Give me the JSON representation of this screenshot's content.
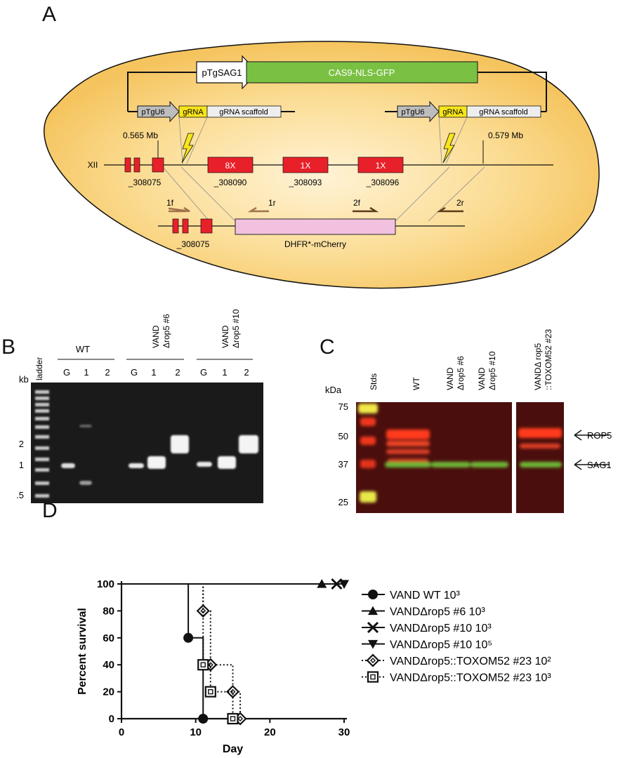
{
  "panels": {
    "a": "A",
    "b": "B",
    "c": "C",
    "d": "D"
  },
  "panel_a": {
    "promoter_sag1": "pTgSAG1",
    "cas9": "CAS9-NLS-GFP",
    "pTgU6_left": "pTgU6",
    "gRNA_left": "gRNA",
    "scaffold_left": "gRNA scaffold",
    "pTgU6_right": "pTgU6",
    "gRNA_right": "gRNA",
    "scaffold_right": "gRNA scaffold",
    "mb_left": "0.565 Mb",
    "mb_right": "0.579 Mb",
    "chromosome": "XII",
    "gene1": "_308075",
    "gene2": "_308090",
    "gene3": "_308093",
    "gene4": "_308096",
    "box2": "8X",
    "box3": "1X",
    "box4": "1X",
    "gene1_bottom": "_308075",
    "dhfr": "DHFR*-mCherry",
    "p1f": "1f",
    "p1r": "1r",
    "p2f": "2f",
    "p2r": "2r"
  },
  "panel_b": {
    "ladder": "ladder",
    "kb": "kb",
    "groups": [
      "WT",
      "VAND",
      "Δrop5 #6",
      "VAND",
      "Δrop5 #10"
    ],
    "lanes": [
      "G",
      "1",
      "2",
      "G",
      "1",
      "2",
      "G",
      "1",
      "2"
    ],
    "sizes": [
      "2",
      "1",
      ".5"
    ]
  },
  "panel_c": {
    "stds": "Stds",
    "wt": "WT",
    "vand6_1": "VAND",
    "vand6_2": "Δrop5 #6",
    "vand10_1": "VAND",
    "vand10_2": "Δrop5 #10",
    "comp_1": "VANDΔ rop5",
    "comp_2": "::TOXOM52 #23",
    "kda": "kDa",
    "markers": [
      "75",
      "50",
      "37",
      "25"
    ],
    "rop5": "ROP5",
    "sag1": "SAG1"
  },
  "colors": {
    "cell": "#f8c96a",
    "cas9": "#7ac143",
    "exon": "#e8202a",
    "dhfr": "#f2c1e0",
    "gRNA": "#f7e51b",
    "primer_light": "#a0724a",
    "primer_dark": "#5a3a17"
  },
  "chart_data": {
    "type": "line",
    "xlabel": "Day",
    "ylabel": "Percent survival",
    "xlim": [
      0,
      30
    ],
    "ylim": [
      0,
      100
    ],
    "xticks": [
      "0",
      "10",
      "20",
      "30"
    ],
    "yticks": [
      "0",
      "20",
      "40",
      "60",
      "80",
      "100"
    ],
    "legend_placement": "right",
    "series": [
      {
        "name": "VAND WT 10³",
        "marker": "circle",
        "dash": "solid",
        "x": [
          0,
          9,
          9,
          11,
          11
        ],
        "y": [
          100,
          100,
          60,
          60,
          0
        ],
        "points": [
          [
            9,
            60
          ],
          [
            11,
            0
          ]
        ]
      },
      {
        "name": "VANDΔrop5 #6 10³",
        "marker": "triangle-up",
        "dash": "solid",
        "x": [
          0,
          27
        ],
        "y": [
          100,
          100
        ],
        "points": [
          [
            27,
            100
          ]
        ]
      },
      {
        "name": "VANDΔrop5 #10 10³",
        "marker": "x",
        "dash": "solid",
        "x": [
          0,
          29
        ],
        "y": [
          100,
          100
        ],
        "points": [
          [
            29,
            100
          ]
        ]
      },
      {
        "name": "VANDΔrop5 #10 10⁵",
        "marker": "triangle-down",
        "dash": "solid",
        "x": [
          0,
          30
        ],
        "y": [
          100,
          100
        ],
        "points": [
          [
            30,
            100
          ]
        ]
      },
      {
        "name": "VANDΔrop5::TOXOM52 #23 10²",
        "marker": "diamond",
        "dash": "dotted",
        "x": [
          0,
          11,
          11,
          12,
          12,
          15,
          15,
          16,
          16
        ],
        "y": [
          100,
          100,
          80,
          80,
          40,
          40,
          20,
          20,
          0
        ],
        "points": [
          [
            11,
            80
          ],
          [
            12,
            40
          ],
          [
            15,
            20
          ],
          [
            16,
            0
          ]
        ]
      },
      {
        "name": "VANDΔrop5::TOXOM52 #23 10³",
        "marker": "square",
        "dash": "dotted",
        "x": [
          0,
          11,
          11,
          12,
          12,
          15,
          15
        ],
        "y": [
          100,
          100,
          40,
          40,
          20,
          20,
          0
        ],
        "points": [
          [
            11,
            40
          ],
          [
            12,
            20
          ],
          [
            15,
            0
          ]
        ]
      }
    ]
  }
}
